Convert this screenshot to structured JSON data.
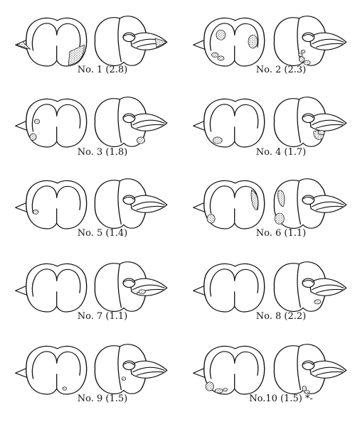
{
  "specimens": [
    {
      "label": "No. 1 (2.8)",
      "lesions": [
        "left-panel: lower-right corner of right lobe",
        "left-panel: left wing tip",
        "right-panel: right wing tip"
      ]
    },
    {
      "label": "No. 2 (2.3)",
      "lesions": [
        "left-panel: upper left lobe",
        "left-panel: right lobe",
        "left-panel: lower left cluster",
        "right-panel: bottom cluster"
      ]
    },
    {
      "label": "No. 3 (1.8)",
      "lesions": [
        "left-panel: small spot on left lobe",
        "left-panel: lower-left spot",
        "right-panel: lower-right spot"
      ]
    },
    {
      "label": "No. 4 (1.7)",
      "lesions": [
        "left-panel: bottom of left lobe",
        "right-panel: lower right of lobe"
      ]
    },
    {
      "label": "No. 5 (1.4)",
      "lesions": [
        "left-panel: small spot on left lobe"
      ]
    },
    {
      "label": "No. 6 (1.1)",
      "lesions": [
        "left-panel: right lobe band",
        "left-panel: lower-left spot",
        "right-panel: left-side band",
        "right-panel: lower-left spot"
      ]
    },
    {
      "label": "No. 7 (1.1)",
      "lesions": [
        "right-panel: small spot near wing base"
      ]
    },
    {
      "label": "No. 8 (2.2)",
      "lesions": [
        "right-panel: small spot at lower right"
      ]
    },
    {
      "label": "No. 9 (1.5)",
      "lesions": [
        "left-panel: small spot bottom right",
        "right-panel: small spot center"
      ]
    },
    {
      "label": "No.10 (1.5) *-",
      "lesions": [
        "left-panel: lower-left spots",
        "right-panel: lower spots"
      ]
    }
  ]
}
